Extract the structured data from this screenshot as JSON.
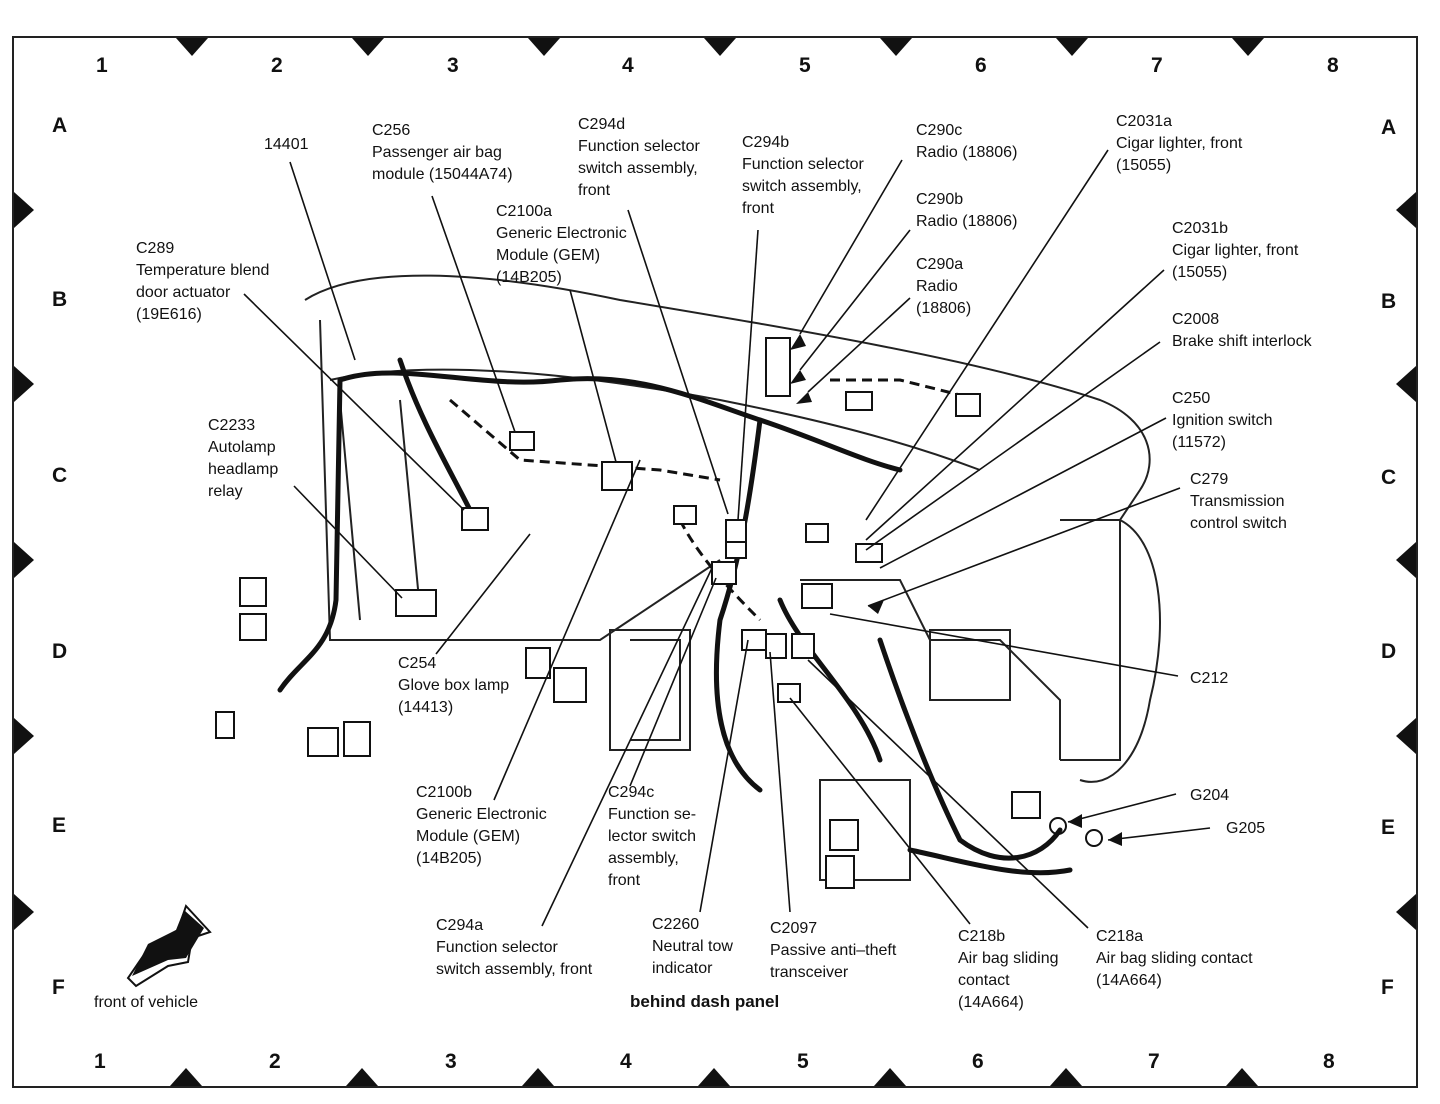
{
  "grid": {
    "columns": [
      "1",
      "2",
      "3",
      "4",
      "5",
      "6",
      "7",
      "8"
    ],
    "rows": [
      "A",
      "B",
      "C",
      "D",
      "E",
      "F"
    ]
  },
  "caption": "behind dash panel",
  "front_label": "front of vehicle",
  "callouts": {
    "c14401": "14401",
    "c256": "C256\nPassenger air bag\nmodule (15044A74)",
    "c294d": "C294d\nFunction selector\nswitch assembly,\nfront",
    "c294b": "C294b\nFunction selector\nswitch assembly,\nfront",
    "c290c": "C290c\nRadio (18806)",
    "c290b": "C290b\nRadio (18806)",
    "c290a": "C290a\nRadio\n(18806)",
    "c2031a": "C2031a\nCigar lighter, front\n(15055)",
    "c2031b": "C2031b\nCigar lighter, front\n(15055)",
    "c2100a": "C2100a\nGeneric Electronic\nModule (GEM)\n(14B205)",
    "c289": "C289\nTemperature blend\ndoor actuator\n(19E616)",
    "c2008": "C2008\nBrake shift interlock",
    "c250": "C250\nIgnition switch\n(11572)",
    "c279": "C279\nTransmission\ncontrol switch",
    "c2233": "C2233\nAutolamp\nheadlamp\nrelay",
    "c212": "C212",
    "c254": "C254\nGlove box lamp\n(14413)",
    "g204": "G204",
    "g205": "G205",
    "c2100b": "C2100b\nGeneric Electronic\nModule (GEM)\n(14B205)",
    "c294c": "C294c\nFunction se-\nlector switch\nassembly,\nfront",
    "c294a": "C294a\nFunction selector\nswitch assembly, front",
    "c2260": "C2260\nNeutral tow\nindicator",
    "c2097": "C2097\nPassive anti–theft\ntransceiver",
    "c218b": "C218b\nAir bag sliding\ncontact\n(14A664)",
    "c218a": "C218a\nAir bag sliding contact\n(14A664)"
  }
}
